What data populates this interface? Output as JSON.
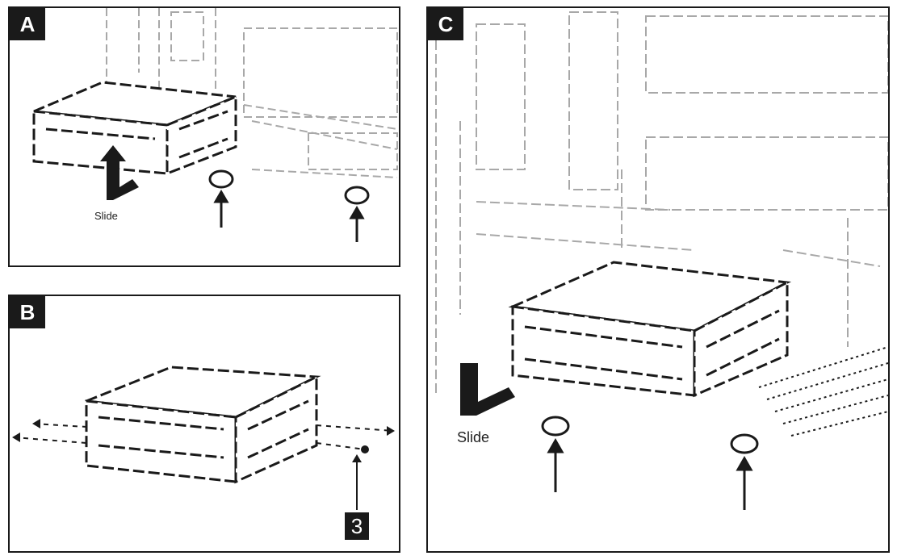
{
  "panels": {
    "a": {
      "tag": "A",
      "slide_label": "Slide"
    },
    "b": {
      "tag": "B",
      "callout": "3"
    },
    "c": {
      "tag": "C",
      "slide_label": "Slide"
    }
  },
  "colors": {
    "ink": "#1a1a1a",
    "light_ink": "#9a9a9a",
    "background": "#ffffff"
  },
  "icons": [
    "rotate-screw-icon",
    "up-arrow-icon",
    "l-shaped-arrow-icon"
  ]
}
